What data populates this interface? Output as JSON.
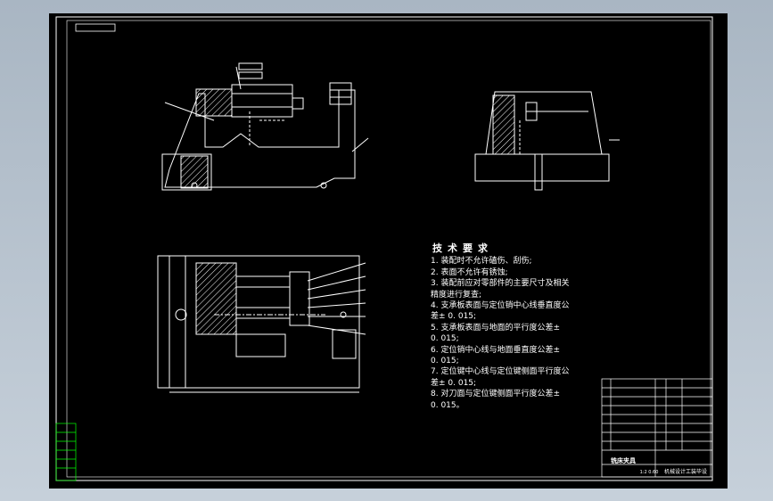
{
  "technical_requirements": {
    "heading": "技术要求",
    "items": [
      "1. 装配时不允许磕伤、刮伤;",
      "2. 表面不允许有锈蚀;",
      "3. 装配前应对零部件的主要尺寸及相关",
      "精度进行复查;",
      "4. 支承板表面与定位销中心线垂直度公",
      "差± 0. 015;",
      "5. 支承板表面与地面的平行度公差±",
      "0. 015;",
      "6. 定位销中心线与地面垂直度公差±",
      "0. 015;",
      "7. 定位键中心线与定位键侧面平行度公",
      "差± 0. 015;",
      "8. 对刀面与定位键侧面平行度公差±",
      "0. 015。"
    ]
  },
  "title_block": {
    "main_title": "铣床夹具",
    "scale": "1:2 0.60",
    "school": "机械设计工装毕设"
  },
  "colors": {
    "background": "#000000",
    "line": "#ffffff",
    "accent_yellow": "#ffff00",
    "accent_red": "#ff0000",
    "accent_green": "#00ff00",
    "frame_outer": "#b8c3ce"
  }
}
